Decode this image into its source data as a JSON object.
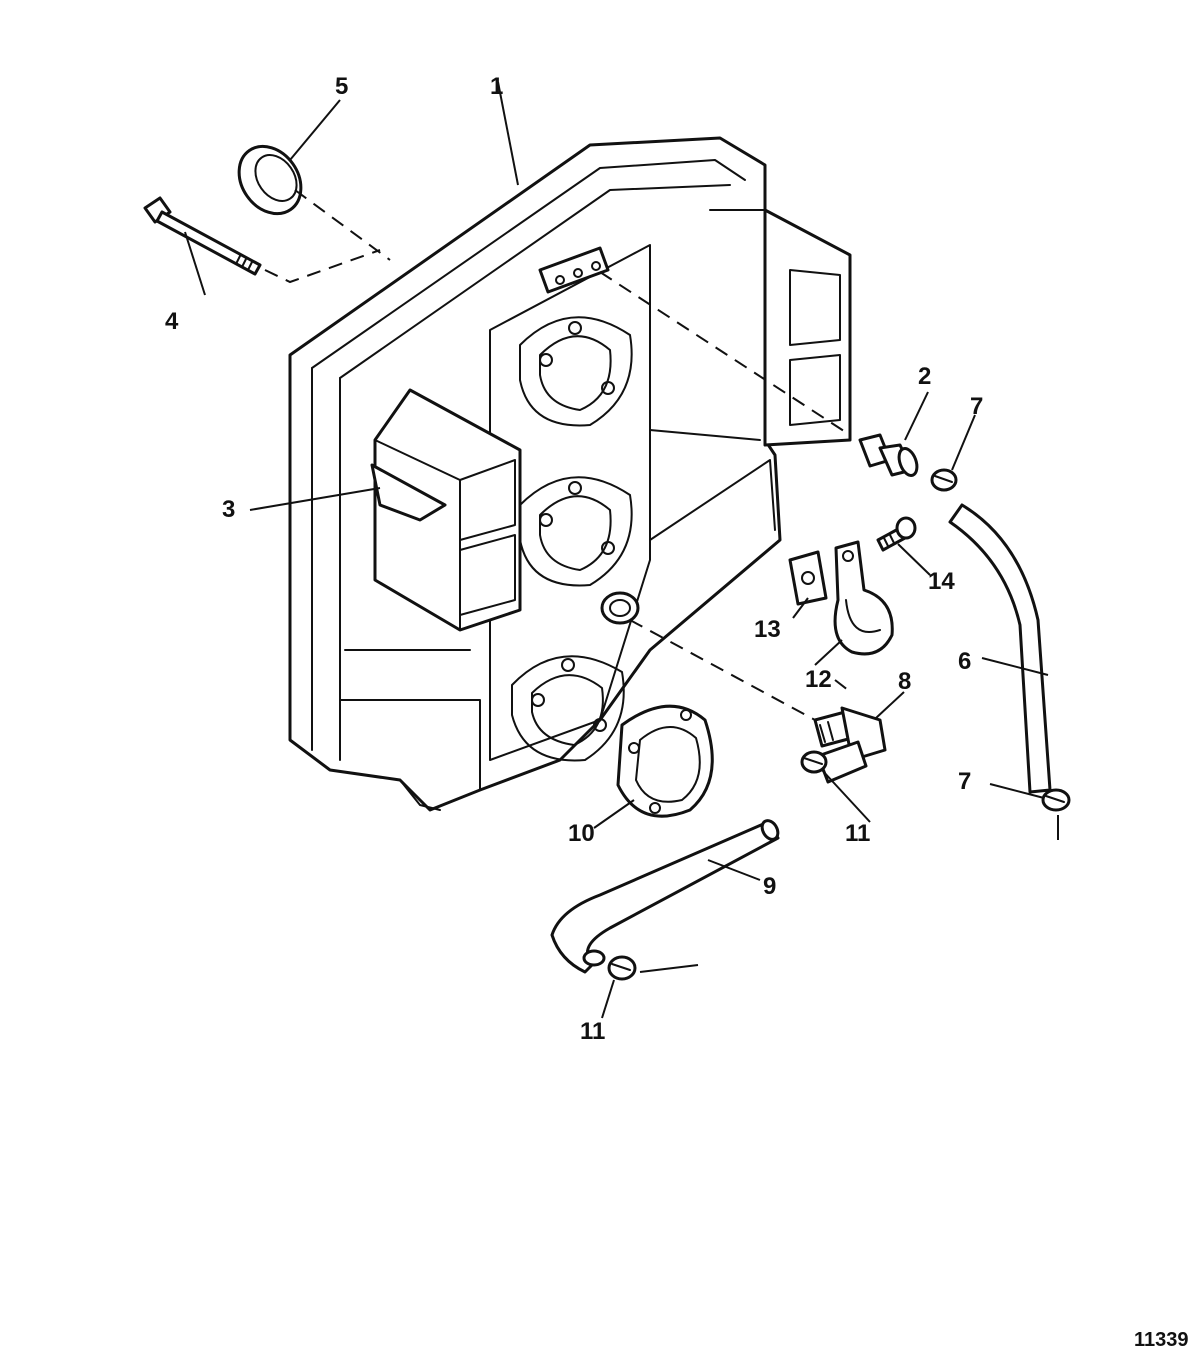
{
  "callouts": {
    "c1": "1",
    "c2": "2",
    "c3": "3",
    "c4": "4",
    "c5": "5",
    "c6": "6",
    "c7a": "7",
    "c7b": "7",
    "c8": "8",
    "c9": "9",
    "c10": "10",
    "c11a": "11",
    "c11b": "11",
    "c12": "12",
    "c13": "13",
    "c14": "14"
  },
  "figure_number": "11339"
}
